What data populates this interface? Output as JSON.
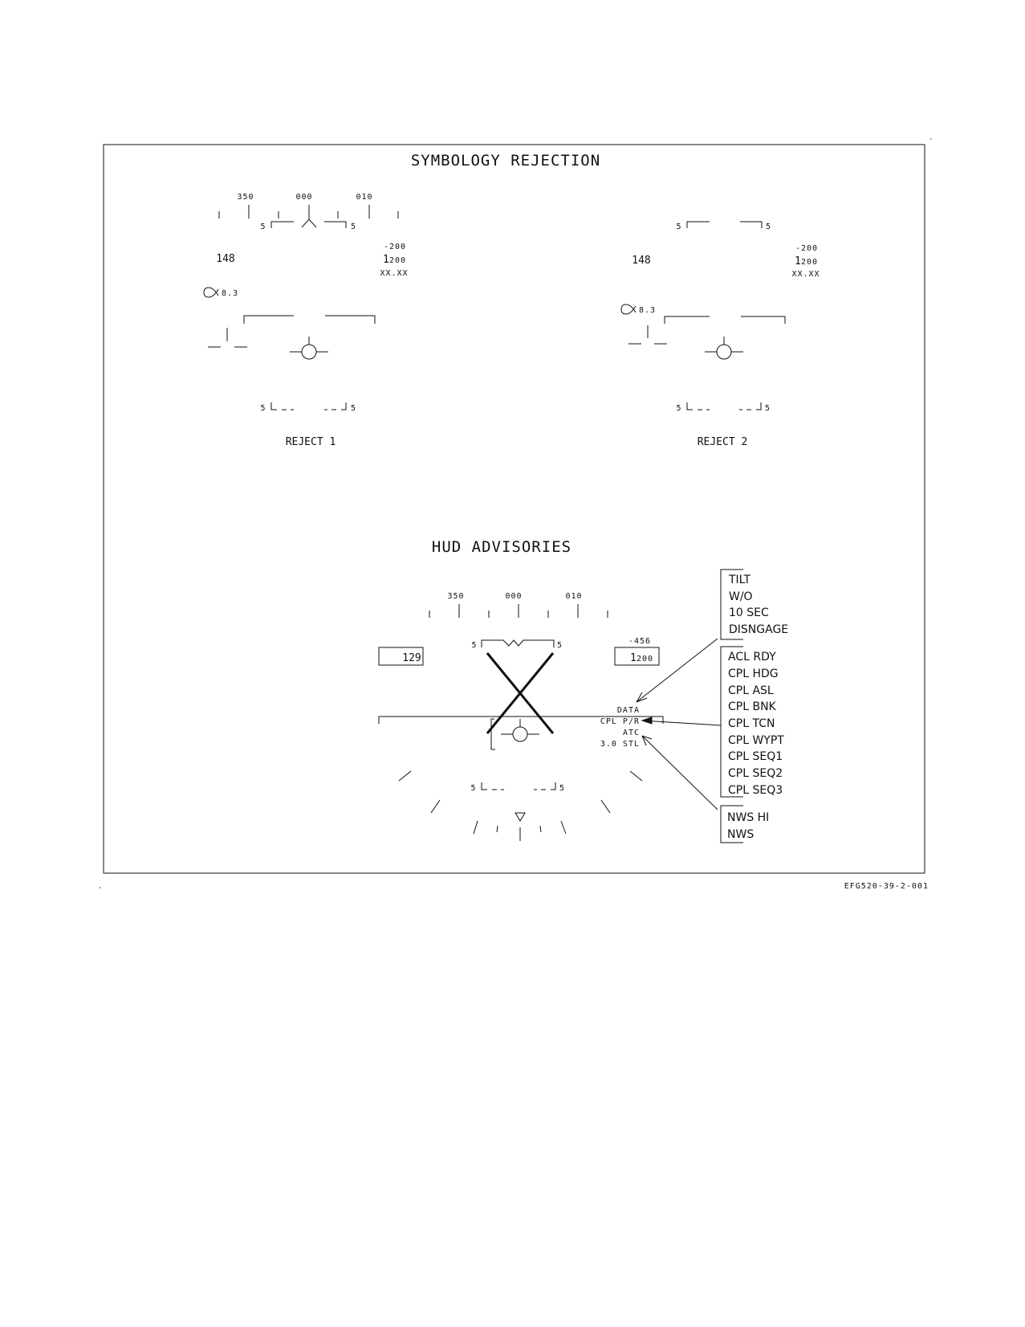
{
  "titles": {
    "rejection": "SYMBOLOGY REJECTION",
    "advisories": "HUD ADVISORIES"
  },
  "reject1": {
    "label": "REJECT 1",
    "heading": [
      "350",
      "000",
      "010"
    ],
    "pitch_top": "5",
    "pitch_bottom": "5",
    "airspeed": "148",
    "vvi": "-200",
    "altitude_prefix": "1",
    "altitude": "200",
    "altitude_sub": "XX.XX",
    "aoa": "8.3"
  },
  "reject2": {
    "label": "REJECT 2",
    "pitch_top": "5",
    "pitch_bottom": "5",
    "airspeed": "148",
    "vvi": "-200",
    "altitude_prefix": "1",
    "altitude": "200",
    "altitude_sub": "XX.XX",
    "aoa": "8.3"
  },
  "hud": {
    "heading": [
      "350",
      "000",
      "010"
    ],
    "pitch_top": "5",
    "pitch_bottom": "5",
    "airspeed": "129",
    "vvi": "-456",
    "altitude_prefix": "1",
    "altitude": "200",
    "advisories": [
      "DATA",
      "CPL P/R",
      "ATC",
      "3.0 STL"
    ]
  },
  "advisory_groups": {
    "group1": [
      "TILT",
      "W/O",
      "10 SEC",
      "DISNGAGE"
    ],
    "group2": [
      "ACL RDY",
      "CPL HDG",
      "CPL ASL",
      "CPL BNK",
      "CPL TCN",
      "CPL WYPT",
      "CPL SEQ1",
      "CPL SEQ2",
      "CPL SEQ3"
    ],
    "group3": [
      "NWS HI",
      "NWS"
    ]
  },
  "figure_id": "EFG520-39-2-001"
}
